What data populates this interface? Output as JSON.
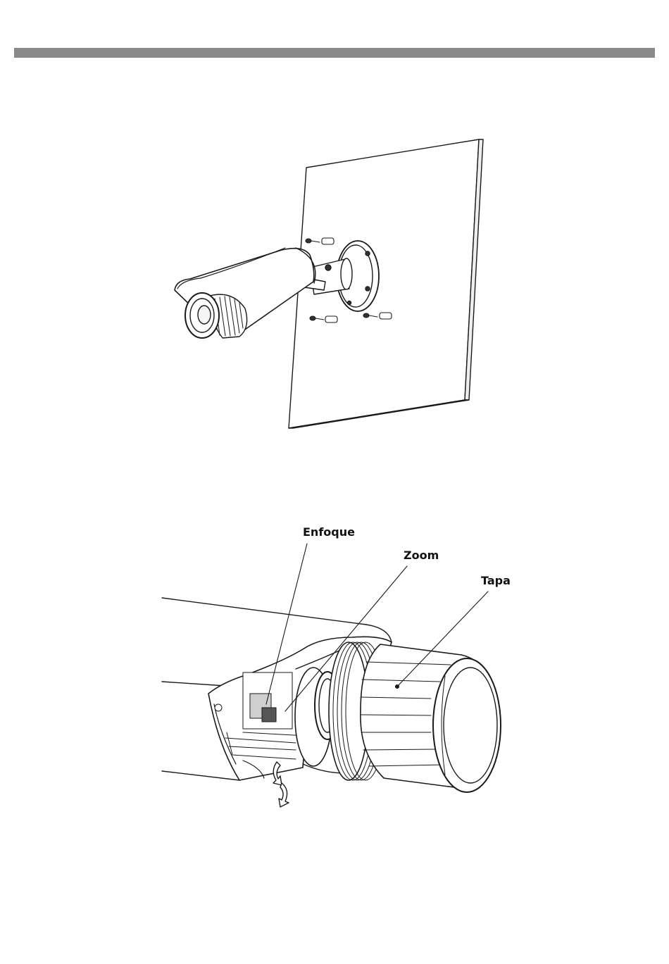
{
  "figure_2": {
    "callouts": {
      "focus": "Enfoque",
      "zoom": "Zoom",
      "cover": "Tapa"
    }
  },
  "colors": {
    "header_bar": "#8a8a8a",
    "line_art": "#1a1a1a"
  }
}
